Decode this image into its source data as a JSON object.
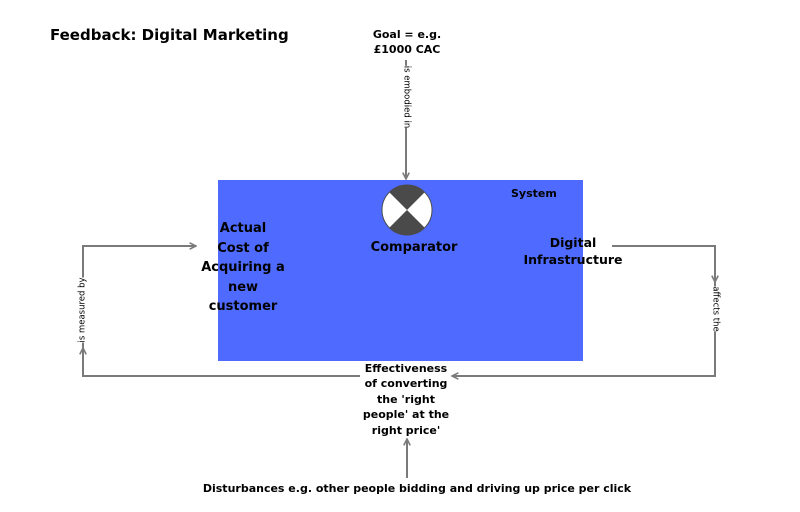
{
  "title": "Feedback: Digital Marketing",
  "goal": [
    "Goal = e.g.",
    "£1000 CAC"
  ],
  "system_label": "System",
  "comparator": {
    "label": "Comparator"
  },
  "actual_cost": [
    "Actual",
    "Cost of",
    "Acquiring a",
    "new customer"
  ],
  "digital_infrastructure": [
    "Digital",
    "Infrastructure"
  ],
  "effectiveness": [
    "Effectiveness",
    "of converting",
    "the 'right",
    "people' at the",
    "right price'"
  ],
  "disturbances": "Disturbances e.g. other people bidding and driving up price per click",
  "connectors": {
    "is_embodied_in": "is embodied in",
    "affects_the": "affects the",
    "is_measured_by": "is measured by"
  },
  "colors": {
    "system_box": "#4f6bff",
    "arrow": "#7a7a7a",
    "comparator_dark": "#4a4a4a",
    "comparator_light": "#ffffff"
  }
}
